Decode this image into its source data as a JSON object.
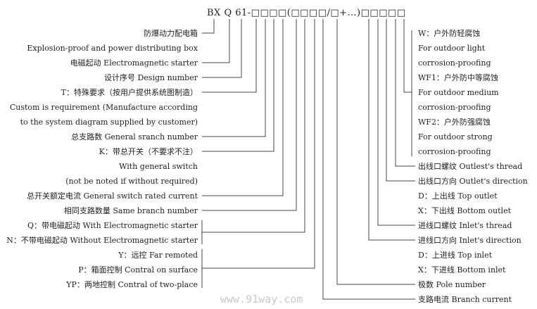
{
  "code": "BX Q 61-□□□□(□□□□/□+…)□□□□□",
  "left_labels": [
    "防爆动力配电箱",
    "Explosion-proof and power distributing box",
    "电磁起动 Electromagnetic starter",
    "设计序号 Design number",
    "T：特殊要求（按用户提供系统图制造）",
    "Custom is requirement (Manufacture according",
    "to the system diagram supplied by customer)",
    "总支路数 General sranch number",
    "K：带总开关（不要求不注）",
    "With general switch",
    "(not be noted if without required)",
    "总开关额定电流 General switch rated current",
    "相同支路数量 Same branch number",
    "Q：带电磁起动 With Electromagnetic starter",
    "N：不带电磁起动 Without Electromagnetic starter",
    "Y：远控 Far remoted",
    "P：箱面控制 Contral on surface",
    "YP：两地控制 Contral of two-place"
  ],
  "right_labels": [
    "W：户外防轻腐蚀",
    "For outdoor light",
    "corrosion-proofing",
    "WF1：户外防中等腐蚀",
    "For outdoor medium",
    "corrosion-proofing",
    "WF2：户外防强腐蚀",
    "For outdoor strong",
    "corrosion-proofing",
    "出线口螺纹 Outlest's thread",
    "出线口方向 Outlet's direction",
    "D：上出线 Top outlet",
    "X：下出线 Bottom outlet",
    "进线口螺纹 Inlet's thread",
    "进线口方向 Inlet's direction",
    "D：上进线 Top inlet",
    "X：下进线 Bottom inlet",
    "极数 Pole number",
    "支路电流 Branch current"
  ],
  "watermark": "www.91way.com"
}
